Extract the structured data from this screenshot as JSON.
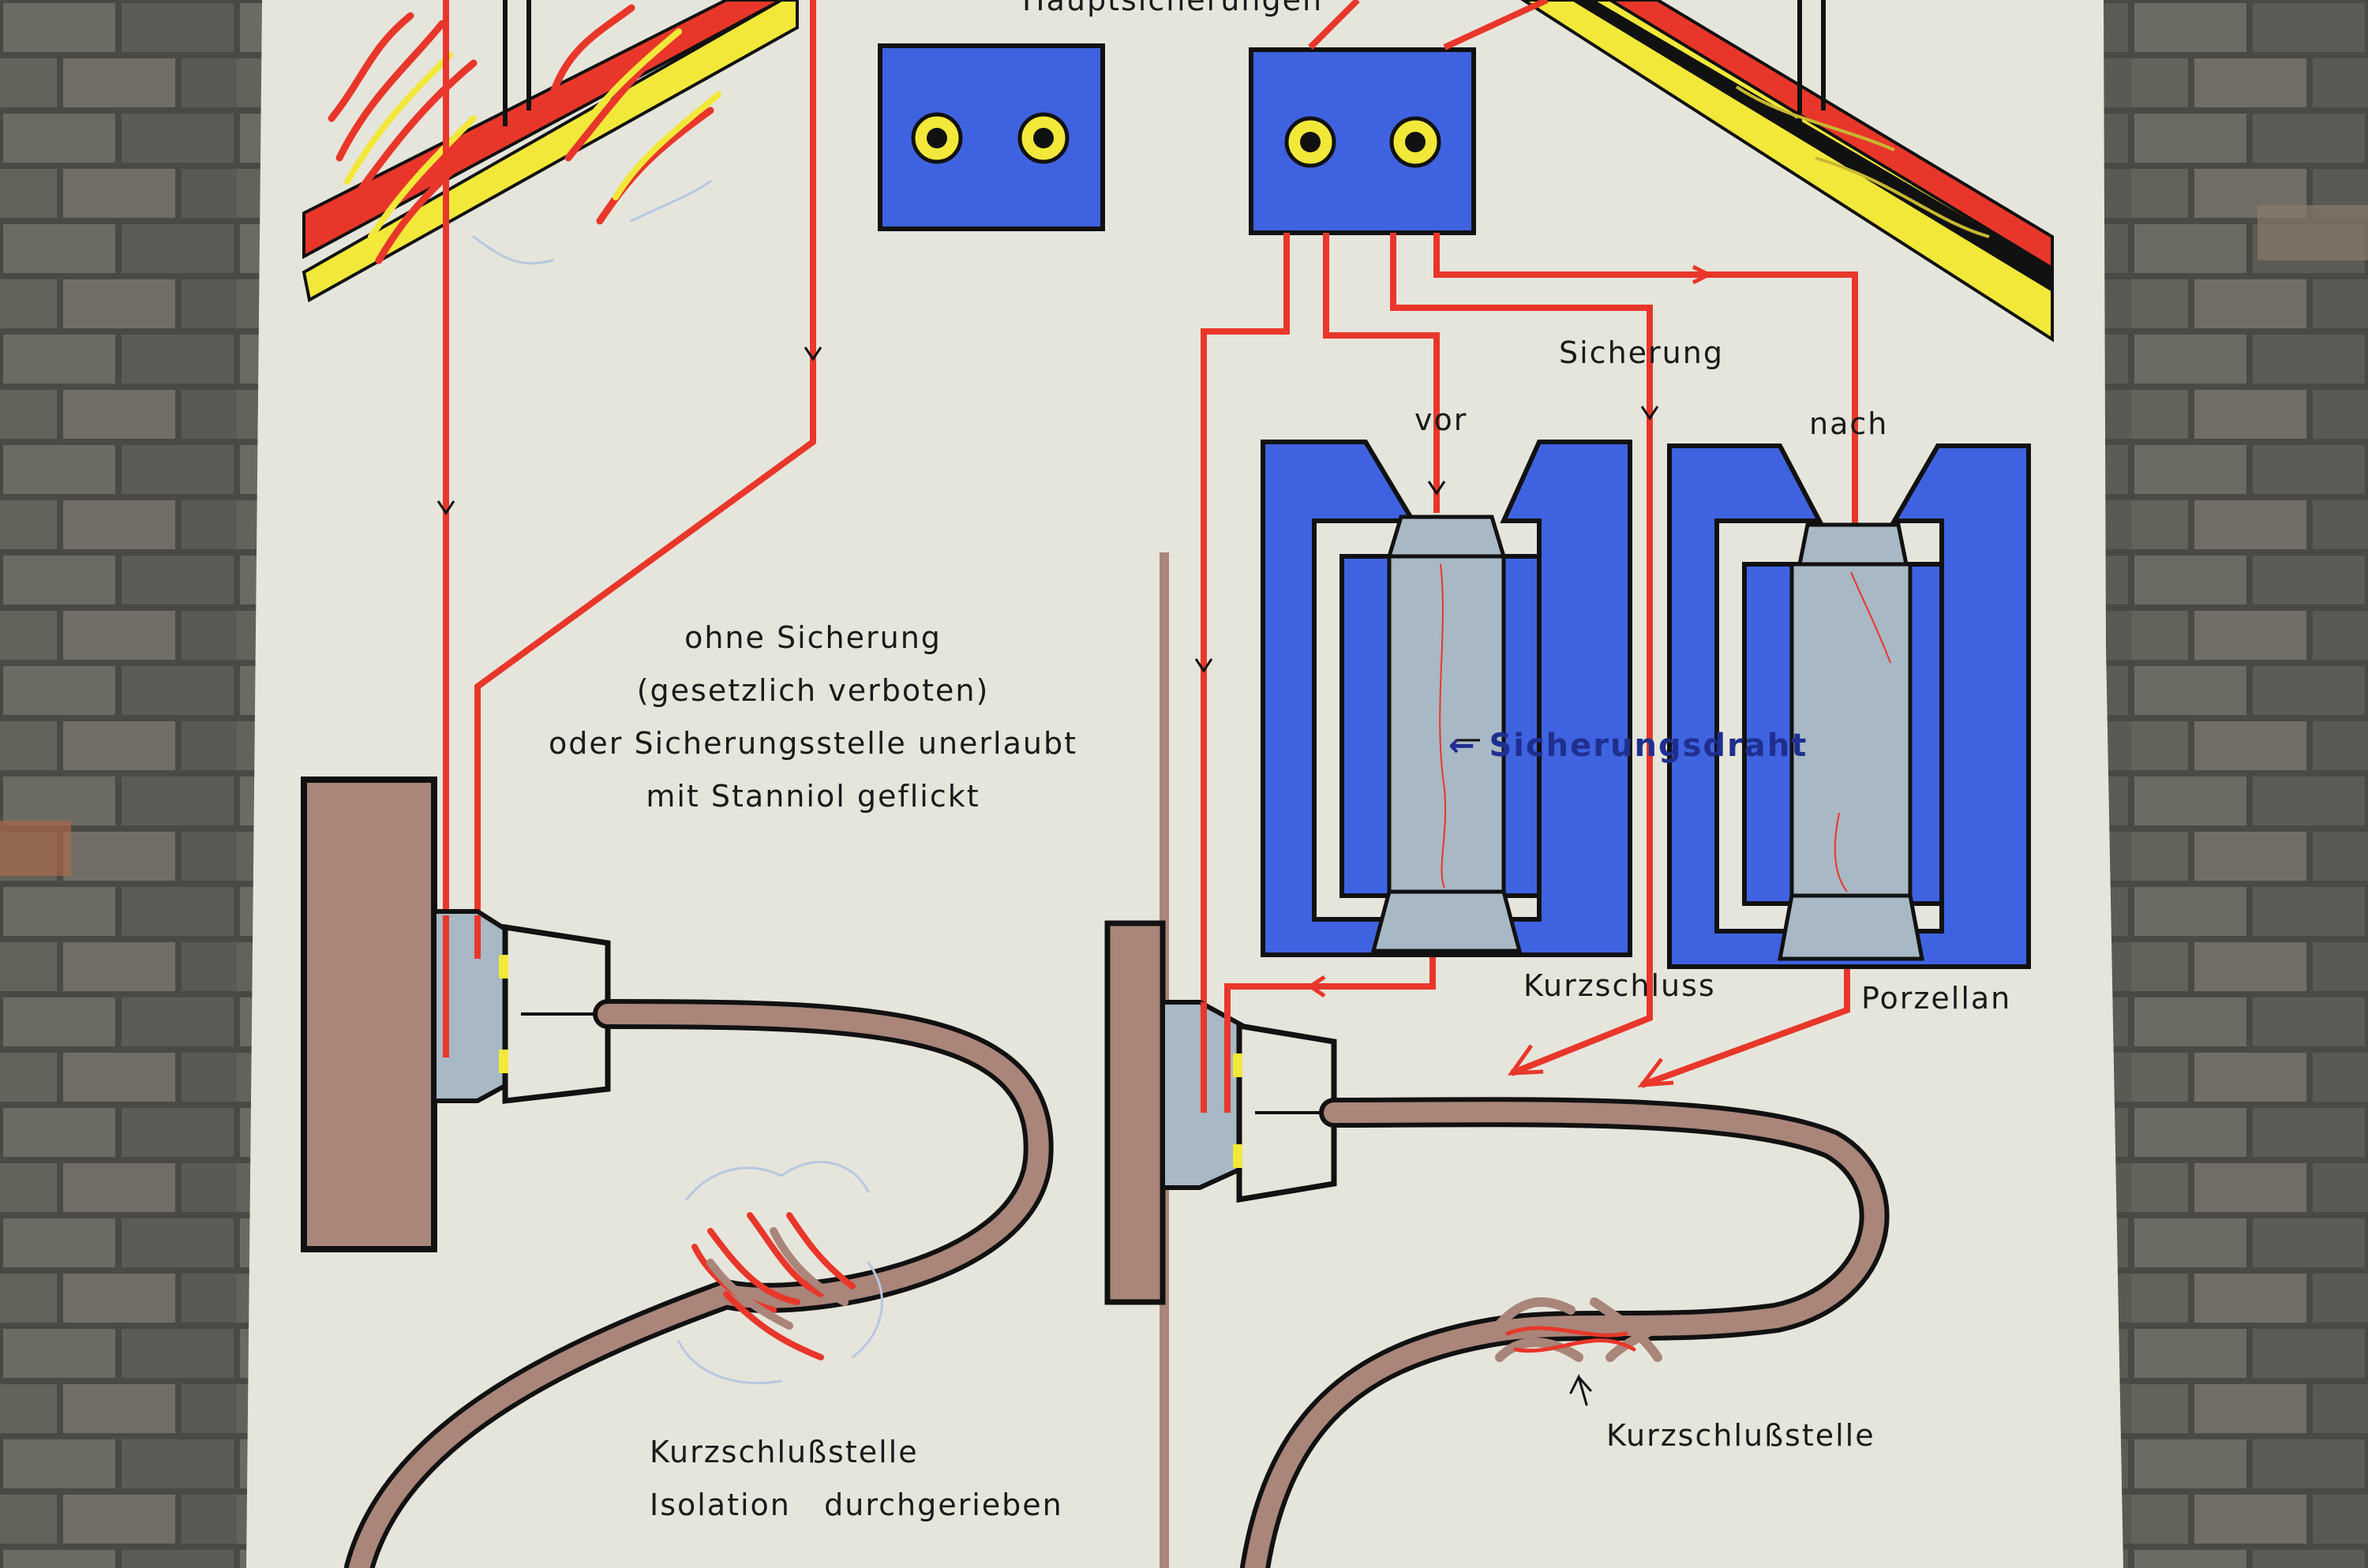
{
  "header": {
    "main_fuses": "Hauptsicherungen"
  },
  "left": {
    "caption_lines": [
      "ohne Sicherung",
      "(gesetzlich verboten)",
      "oder Sicherungsstelle unerlaubt",
      "mit Stanniol geflickt"
    ],
    "short_point": "Kurzschlußstelle",
    "insulation": "Isolation   durchgerieben"
  },
  "right": {
    "fuse": "Sicherung",
    "before": "vor",
    "after": "nach",
    "fuse_wire": "← Sicherungsdraht",
    "short_circuit": "Kurzschluss",
    "porcelain": "Porzellan",
    "short_point": "Kurzschlußstelle"
  },
  "colors": {
    "poster": "#e6e5dc",
    "wire_red": "#e8372a",
    "fuse_blue": "#3f63e0",
    "cable_brown": "#a9857a",
    "porcelain_grey": "#a8b8c4",
    "roof_yellow": "#f2e83a"
  }
}
